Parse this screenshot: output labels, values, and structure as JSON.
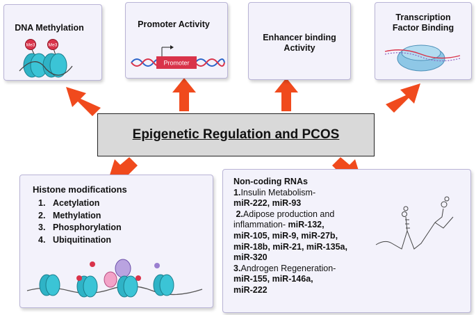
{
  "top_boxes": [
    {
      "title": "DNA Methylation"
    },
    {
      "title": "Promoter Activity",
      "promoter_label": "Promoter"
    },
    {
      "title_line1": "Enhancer binding",
      "title_line2": "Activity"
    },
    {
      "title_line1": "Transcription",
      "title_line2": "Factor Binding"
    }
  ],
  "me3_label": "Me3",
  "center_title": "Epigenetic Regulation and PCOS",
  "histone": {
    "title": "Histone modifications",
    "items": [
      {
        "num": "1.",
        "label": "Acetylation"
      },
      {
        "num": "2.",
        "label": "Methylation"
      },
      {
        "num": "3.",
        "label": "Phosphorylation"
      },
      {
        "num": "4.",
        "label": "Ubiquitination"
      }
    ]
  },
  "ncrna": {
    "title": "Non-coding RNAs",
    "s1_num": "1.",
    "s1_text": "Insulin Metabolism-",
    "s1_mirs": "miR-222, miR-93",
    "s2_num": "2.",
    "s2_text_a": "Adipose production and",
    "s2_text_b": "inflammation-",
    "s2_mirs_a": " miR-132,",
    "s2_mirs_b": "miR-105, miR-9, miR-27b,",
    "s2_mirs_c": "miR-18b, miR-21, miR-135a,",
    "s2_mirs_d": "miR-320",
    "s3_num": "3.",
    "s3_text": "Androgen Regeneration-",
    "s3_mirs_a": "miR-155, miR-146a,",
    "s3_mirs_b": "miR-222"
  },
  "colors": {
    "arrow": "#f04a1d",
    "nucleosome": "#2fb3c6",
    "box_bg": "#f3f2fb",
    "box_border": "#b9b4d6"
  }
}
